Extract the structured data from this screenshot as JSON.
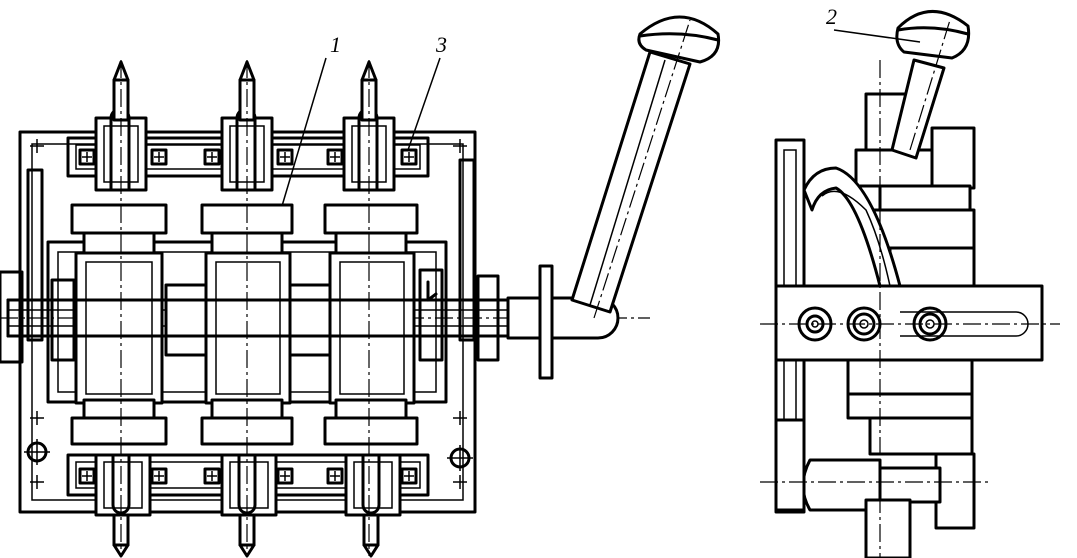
{
  "callouts": {
    "part_1": "1",
    "part_2": "2",
    "part_3": "3"
  },
  "colors": {
    "ink": "#000000",
    "paper": "#ffffff"
  }
}
